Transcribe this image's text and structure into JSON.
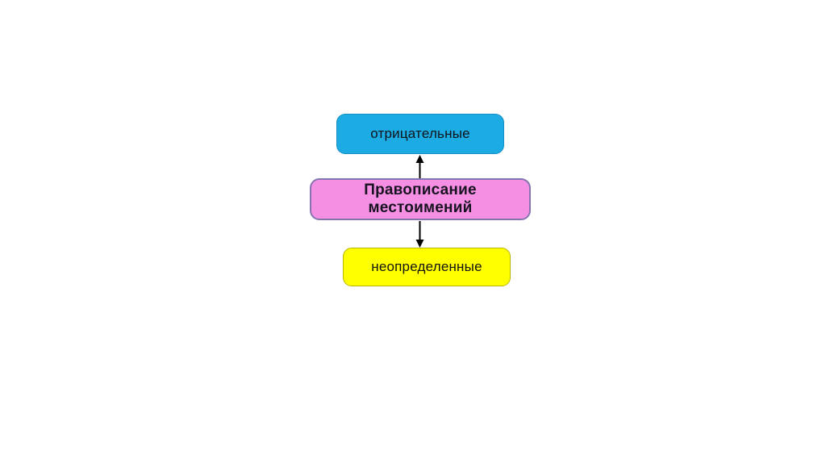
{
  "page": {
    "background": "#ffffff"
  },
  "diagram": {
    "title_node": {
      "label": "Правописание местоимений",
      "fill": "#F58FE4",
      "border_color": "#8674B0",
      "text_color": "#181320"
    },
    "top_node": {
      "label": "отрицательные",
      "fill": "#1CABE2",
      "text_color": "#10141c"
    },
    "bottom_node": {
      "label": "неопределенные",
      "fill": "#FFFF00",
      "border_color": "#B9B400",
      "text_color": "#121212"
    },
    "arrows": {
      "color": "#000000",
      "top_arrow_direction": "up",
      "bottom_arrow_direction": "down"
    }
  }
}
